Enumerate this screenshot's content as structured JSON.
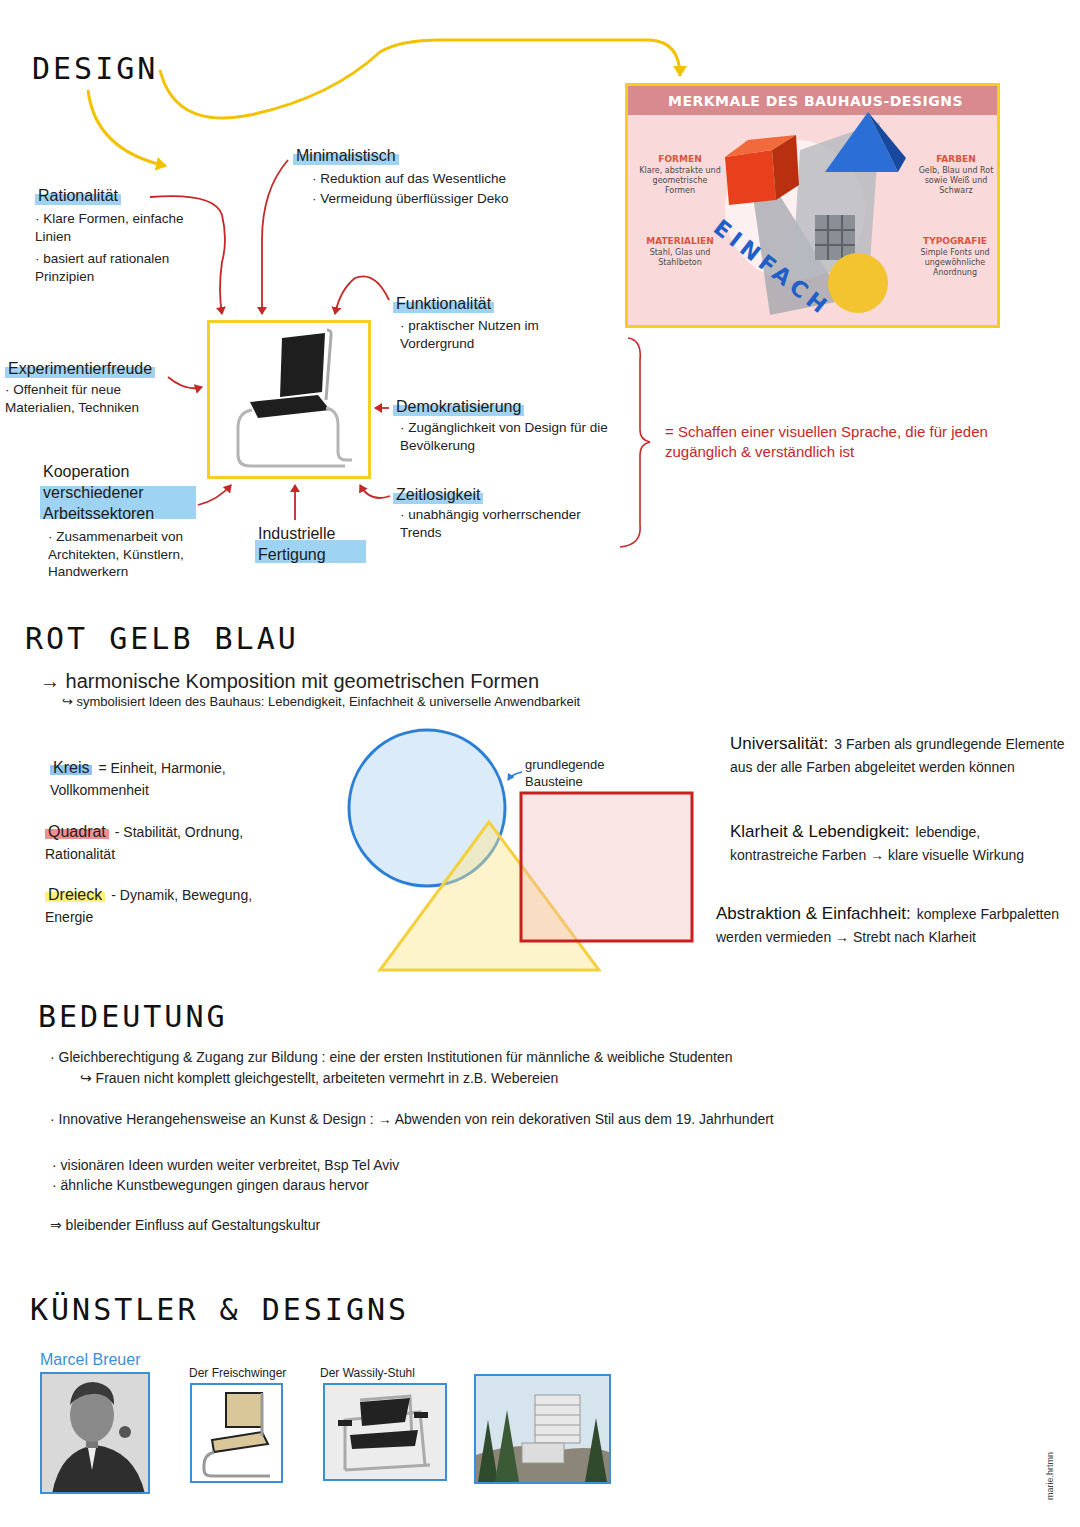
{
  "diagram": {
    "nodes": [
      {
        "text": [
          "MERKMALE DES BAUHAUS-DESIGNS",
          "FORMEN",
          "Klare, abstrakte und geometrische Formen",
          "FARBEN",
          "Gelb, Blau und Rot sowie Weiß und Schwarz",
          "MATERIALIEN",
          "Stahl, Glas und Stahlbeton",
          "TYPOGRAFIE",
          "Simple Fonts und ungewöhnliche Anordnung",
          "EINFACH"
        ]
      },
      {
        "text": [
          "Marcel Breuer"
        ]
      },
      {
        "text": [
          "Der Freischwinger"
        ]
      },
      {
        "text": [
          "Der Wassily-Stuhl"
        ]
      }
    ],
    "labels": [
      "DESIGN",
      "Minimalistisch",
      "· Reduktion auf das Wesentliche",
      "· Vermeidung überflüssiger Deko",
      "Rationalität",
      "· Klare Formen, einfache Linien",
      "· basiert auf rationalen Prinzipien",
      "Funktionalität",
      "· praktischer Nutzen im Vordergrund",
      "Experimentierfreude",
      "· Offenheit für neue Materialien, Techniken",
      "Demokratisierung",
      "· Zugänglichkeit von Design für die Bevölkerung",
      "= Schaffen einer visuellen Sprache, die für jeden zugänglich & verständlich ist",
      "Kooperation verschiedener Arbeitssektoren",
      "· Zusammenarbeit von Architekten, Künstlern, Handwerkern",
      "Industrielle Fertigung",
      "Zeitlosigkeit",
      "· unabhängig vorherrschender Trends",
      "ROT GELB BLAU",
      "→ harmonische Komposition mit geometrischen Formen",
      "↪ symbolisiert Ideen des Bauhaus: Lebendigkeit, Einfachheit & universelle Anwendbarkeit",
      "Kreis",
      "= Einheit, Harmonie, Vollkommenheit",
      "grundlegende Bausteine",
      "Universalität:",
      "3 Farben als grundlegende Elemente aus der alle Farben abgeleitet werden können",
      "Quadrat",
      "- Stabilität, Ordnung, Rationalität",
      "Klarheit & Lebendigkeit:",
      "lebendige, kontrastreiche Farben → klare visuelle Wirkung",
      "Dreieck",
      "- Dynamik, Bewegung, Energie",
      "Abstraktion & Einfachheit:",
      "komplexe Farbpaletten werden vermieden → Strebt nach Klarheit",
      "BEDEUTUNG",
      "· Gleichberechtigung & Zugang zur Bildung : eine der ersten Institutionen für männliche & weibliche Studenten",
      "↪ Frauen nicht komplett gleichgestellt, arbeiteten vermehrt in z.B. Webereien",
      "· Innovative Herangehensweise an Kunst & Design : → Abwenden von rein dekorativen Stil aus dem 19. Jahrhundert",
      "· visionären Ideen wurden weiter verbreitet, Bsp Tel Aviv",
      "· ähnliche Kunstbewegungen gingen daraus hervor",
      "⇒ bleibender Einfluss auf Gestaltungskultur",
      "KÜNSTLER & DESIGNS",
      "marie.hrtmn"
    ]
  }
}
